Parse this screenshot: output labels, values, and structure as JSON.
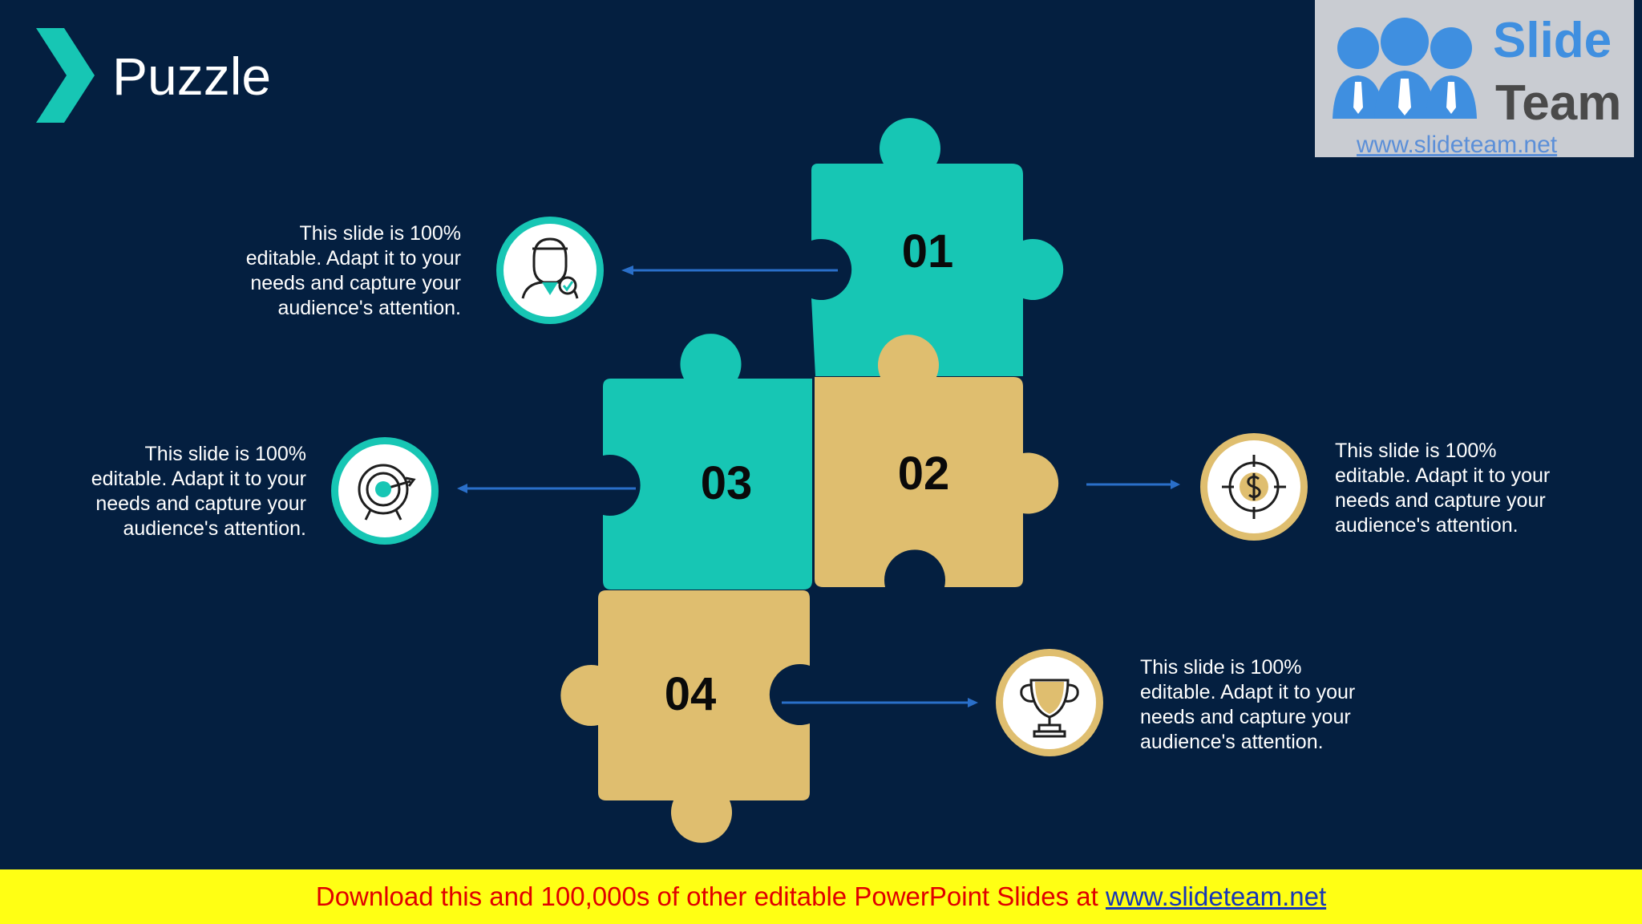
{
  "slide": {
    "title": "Puzzle",
    "colors": {
      "background": "#041f40",
      "teal": "#17c6b4",
      "gold": "#dfbe6f",
      "arrow": "#2a6fc9",
      "chevron": "#17c6b4"
    }
  },
  "pieces": [
    {
      "number": "01",
      "color": "teal"
    },
    {
      "number": "02",
      "color": "gold"
    },
    {
      "number": "03",
      "color": "teal"
    },
    {
      "number": "04",
      "color": "gold"
    }
  ],
  "items": [
    {
      "text": "This slide is 100% editable. Adapt it to your needs and capture your audience's  attention.",
      "icon": "businessman-icon"
    },
    {
      "text": "This slide is 100% editable. Adapt it to your needs and capture your audience's  attention.",
      "icon": "target-icon"
    },
    {
      "text": "This slide is 100% editable. Adapt it to your needs and capture your audience's  attention.",
      "icon": "dollar-target-icon"
    },
    {
      "text": "This slide is 100% editable. Adapt it to your needs and capture your audience's  attention.",
      "icon": "trophy-icon"
    }
  ],
  "logo": {
    "word1": "Slide",
    "word2": "Team",
    "url": "www.slideteam.net"
  },
  "banner": {
    "text": "Download this and 100,000s of other editable PowerPoint Slides at ",
    "link": "www.slideteam.net"
  }
}
